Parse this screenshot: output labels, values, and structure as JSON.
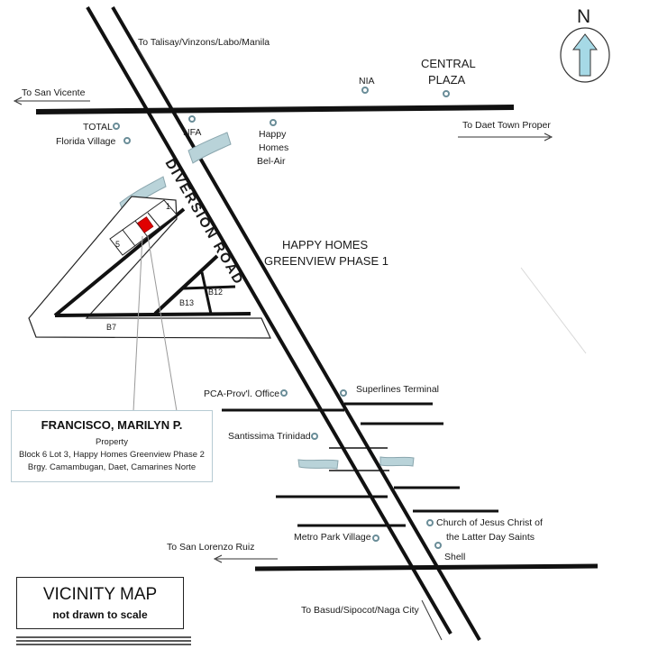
{
  "map": {
    "north_label": "N",
    "road_name": "DIVERSION ROAD",
    "directions": {
      "talisay": "To Talisay/Vinzons/Labo/Manila",
      "san_vicente": "To San Vicente",
      "daet": "To Daet Town Proper",
      "san_lorenzo": "To San Lorenzo Ruiz",
      "basud": "To Basud/Sipocot/Naga City"
    },
    "landmarks": {
      "nia": "NIA",
      "central_plaza_1": "CENTRAL",
      "central_plaza_2": "PLAZA",
      "total": "TOTAL",
      "florida": "Florida Village",
      "nfa": "NFA",
      "happy_homes_1": "Happy",
      "happy_homes_2": "Homes",
      "happy_homes_3": "Bel-Air",
      "pca": "PCA-Prov'l. Office",
      "superlines": "Superlines Terminal",
      "santissima": "Santissima Trinidad",
      "church_1": "Church of Jesus Christ of",
      "church_2": "the Latter Day Saints",
      "shell": "Shell",
      "metro_park": "Metro Park Village"
    },
    "subdivision": {
      "line1": "HAPPY HOMES",
      "line2": "GREENVIEW PHASE 1"
    },
    "blocks": {
      "b1": "1",
      "b5": "5",
      "b12": "B12",
      "b13": "B13",
      "b7": "B7"
    },
    "colors": {
      "water": "#b9d3d9",
      "property": "#e00000",
      "compass_arrow": "#a6d9e6"
    }
  },
  "info_box": {
    "owner": "FRANCISCO, MARILYN P.",
    "property": "Property",
    "address1": "Block 6 Lot 3, Happy Homes Greenview Phase 2",
    "address2": "Brgy. Camambugan, Daet, Camarines Norte"
  },
  "legend": {
    "title": "VICINITY MAP",
    "subtitle": "not drawn to scale"
  }
}
